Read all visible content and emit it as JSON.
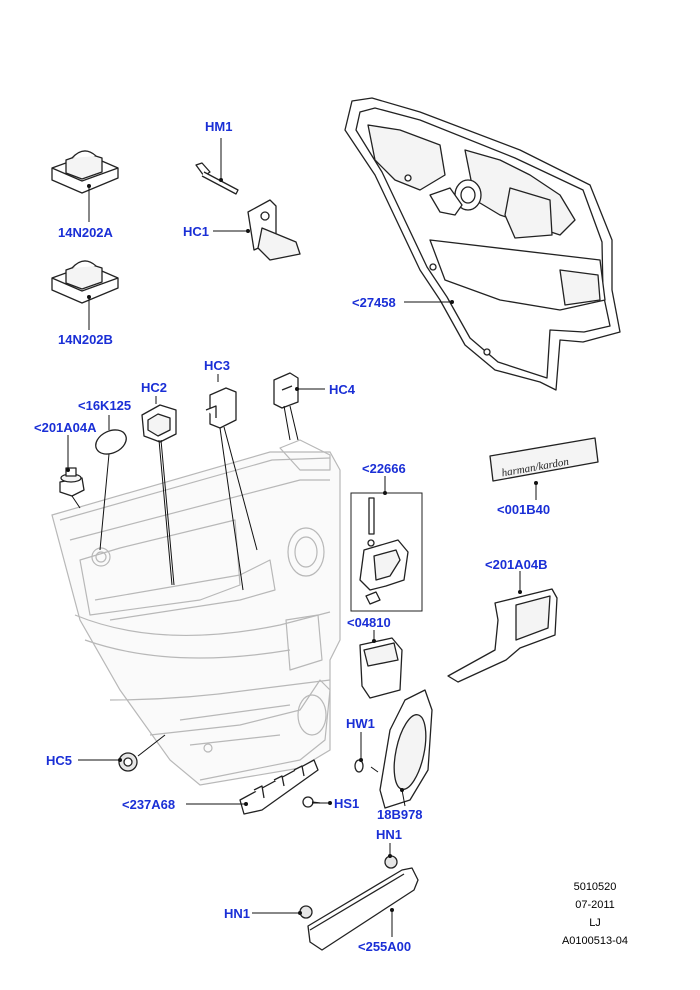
{
  "callouts": {
    "hm1": "HM1",
    "hc1": "HC1",
    "p14n202a": "14N202A",
    "p14n202b": "14N202B",
    "p27458": "<27458",
    "hc2": "HC2",
    "hc3": "HC3",
    "hc4": "HC4",
    "p16k125": "<16K125",
    "p201a04a": "<201A04A",
    "p22666": "<22666",
    "p001b40": "<001B40",
    "p201a04b": "<201A04B",
    "p04810": "<04810",
    "hw1": "HW1",
    "hc5": "HC5",
    "p237a68": "<237A68",
    "hs1": "HS1",
    "p18b978": "18B978",
    "hn1_top": "HN1",
    "hn1_left": "HN1",
    "p255a00": "<255A00"
  },
  "badge_text": "harman/kardon",
  "meta": {
    "code": "5010520",
    "date": "07-2011",
    "initials": "LJ",
    "ref": "A0100513-04"
  },
  "colors": {
    "callout": "#1a2fd6",
    "line": "#222222",
    "ghost_outline": "#b8b8b8"
  }
}
